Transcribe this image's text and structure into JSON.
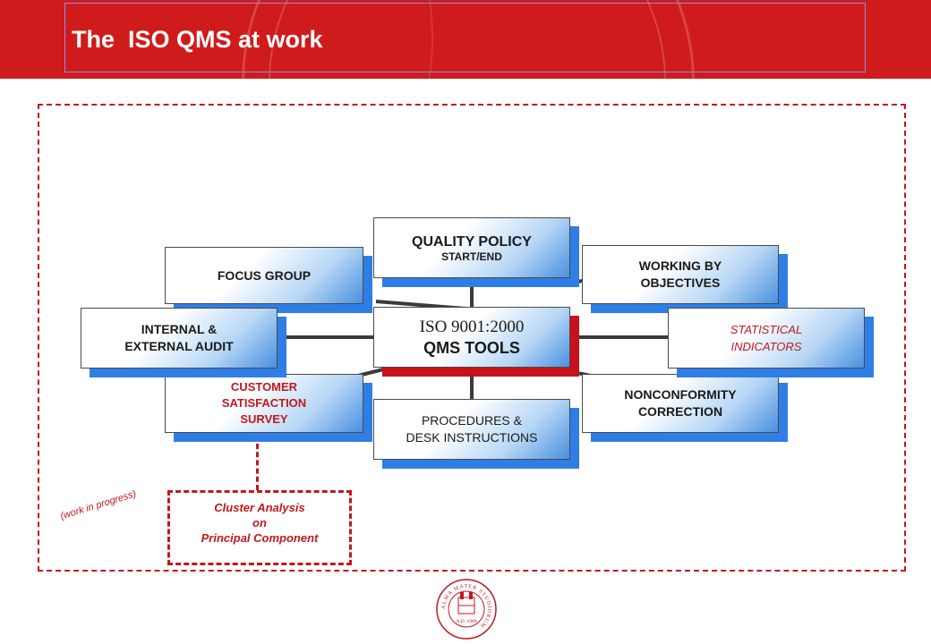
{
  "header": {
    "title": "The  ISO QMS at work"
  },
  "center": {
    "line1": "ISO 9001:2000",
    "line2": "QMS TOOLS"
  },
  "nodes": {
    "quality_policy": {
      "title": "QUALITY POLICY",
      "subtitle": "START/END"
    },
    "focus_group": {
      "label": "FOCUS GROUP"
    },
    "working_by_objectives": {
      "line1": "WORKING BY",
      "line2": "OBJECTIVES"
    },
    "internal_external_audit": {
      "line1": "INTERNAL &",
      "line2": "EXTERNAL AUDIT"
    },
    "statistical_indicators": {
      "line1": "STATISTICAL",
      "line2": "INDICATORS"
    },
    "customer_satisfaction": {
      "line1": "CUSTOMER",
      "line2": "SATISFACTION",
      "line3": "SURVEY"
    },
    "nonconformity": {
      "line1": "NONCONFORMITY",
      "line2": "CORRECTION"
    },
    "procedures": {
      "line1": "PROCEDURES  &",
      "line2": "DESK INSTRUCTIONS"
    }
  },
  "cluster": {
    "line1": "Cluster Analysis",
    "line2": "on",
    "line3": "Principal Component"
  },
  "note": "(work  in  progress)",
  "seal": {
    "ring_text": "ALMA MATER STUDIORUM",
    "date_text": "A.D. 1088"
  },
  "colors": {
    "header_red": "#cf1b1b",
    "accent_red": "#c0181f",
    "box_shadow_blue": "#2f7ee6"
  }
}
